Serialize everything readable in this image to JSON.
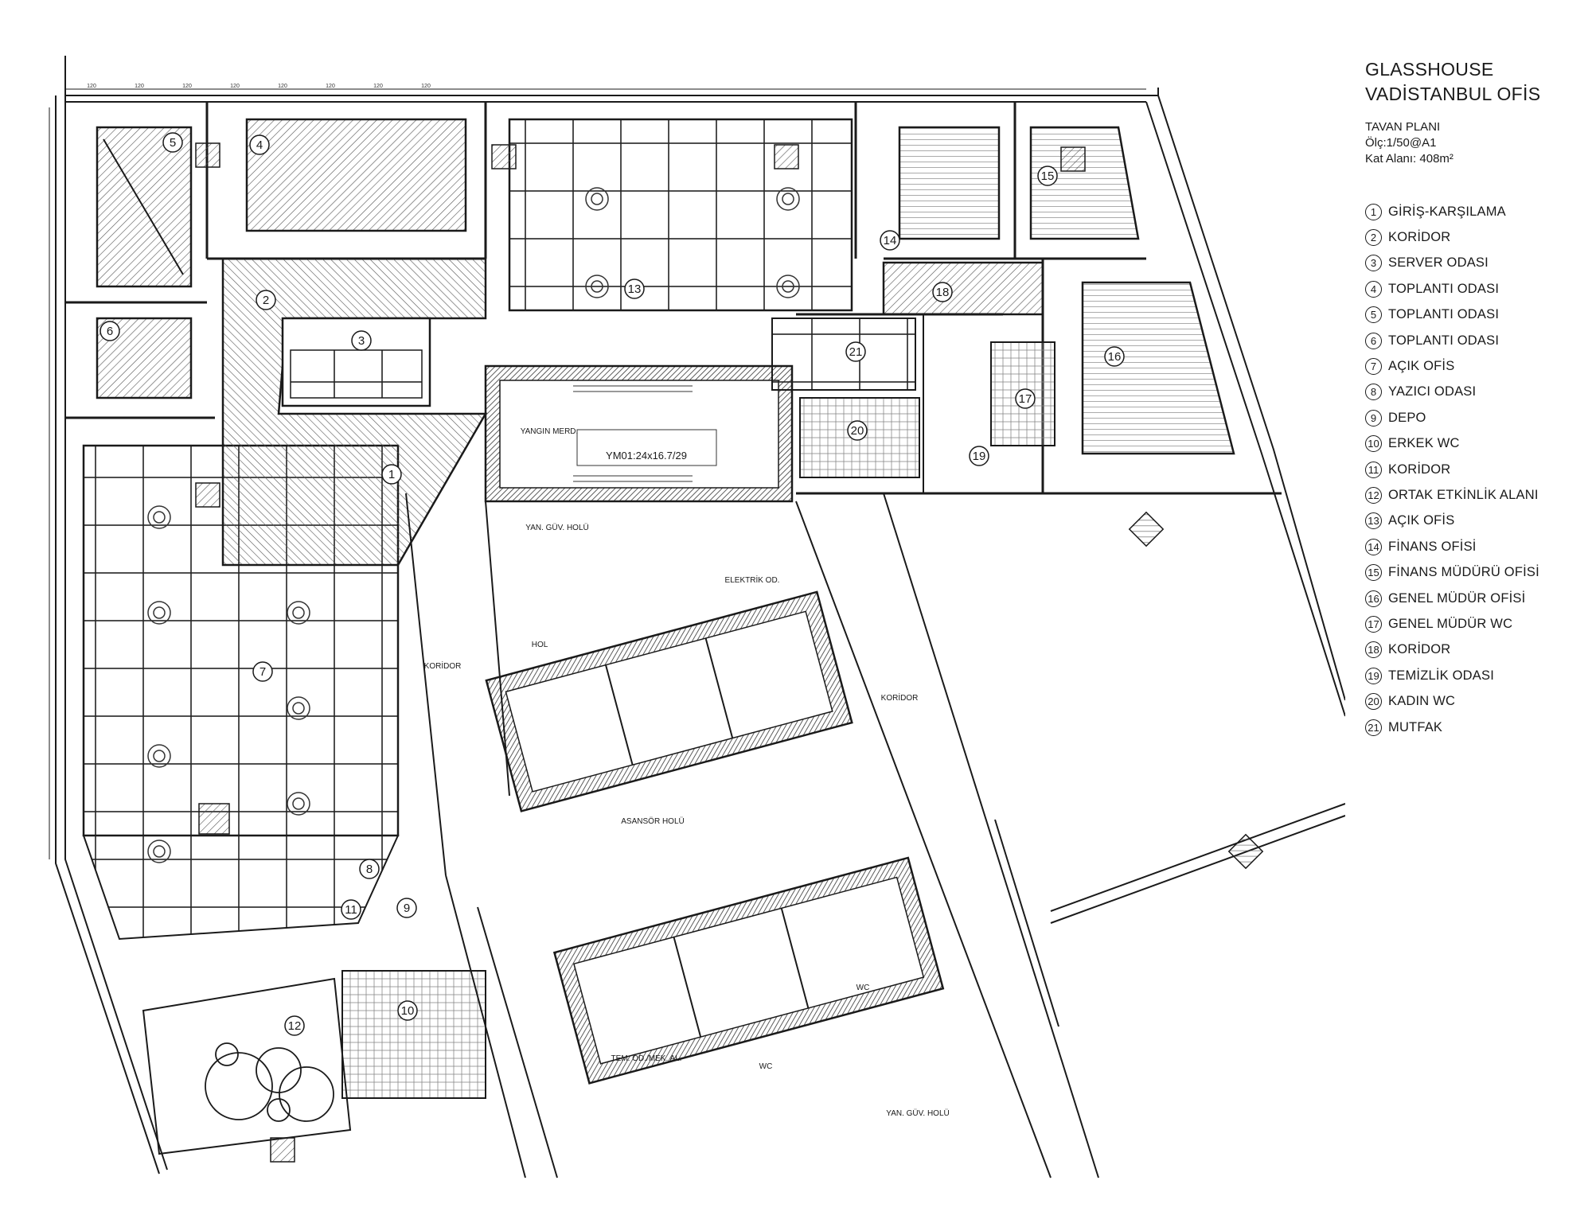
{
  "title": {
    "line1": "GLASSHOUSE",
    "line2": "VADİSTANBUL OFİS",
    "plan": "TAVAN PLANI",
    "scale": "Ölç:1/50@A1",
    "area": "Kat Alanı: 408m²"
  },
  "legend": [
    {
      "num": "1",
      "name": "GİRİŞ-KARŞILAMA"
    },
    {
      "num": "2",
      "name": "KORİDOR"
    },
    {
      "num": "3",
      "name": "SERVER ODASI"
    },
    {
      "num": "4",
      "name": "TOPLANTI ODASI"
    },
    {
      "num": "5",
      "name": "TOPLANTI ODASI"
    },
    {
      "num": "6",
      "name": "TOPLANTI ODASI"
    },
    {
      "num": "7",
      "name": "AÇIK OFİS"
    },
    {
      "num": "8",
      "name": "YAZICI ODASI"
    },
    {
      "num": "9",
      "name": "DEPO"
    },
    {
      "num": "10",
      "name": "ERKEK WC"
    },
    {
      "num": "11",
      "name": "KORİDOR"
    },
    {
      "num": "12",
      "name": "ORTAK ETKİNLİK ALANI"
    },
    {
      "num": "13",
      "name": "AÇIK OFİS"
    },
    {
      "num": "14",
      "name": "FİNANS OFİSİ"
    },
    {
      "num": "15",
      "name": "FİNANS MÜDÜRÜ OFİSİ"
    },
    {
      "num": "16",
      "name": "GENEL MÜDÜR OFİSİ"
    },
    {
      "num": "17",
      "name": "GENEL MÜDÜR WC"
    },
    {
      "num": "18",
      "name": "KORİDOR"
    },
    {
      "num": "19",
      "name": "TEMİZLİK ODASI"
    },
    {
      "num": "20",
      "name": "KADIN WC"
    },
    {
      "num": "21",
      "name": "MUTFAK"
    }
  ],
  "plan_labels": {
    "yangin": "YANGIN MERD.",
    "yan_guv_1": "YAN. GÜV. HOLÜ",
    "elektrik": "ELEKTRİK OD.",
    "hol": "HOL",
    "koridor_1": "KORİDOR",
    "koridor_2": "KORİDOR",
    "asansor": "ASANSÖR HOLÜ",
    "wc_1": "WC",
    "wc_2": "WC",
    "tem": "TEM. OD./MEK. AL.",
    "yan_guv_2": "YAN. GÜV. HOLÜ",
    "stair_tag": "YM01:24x16.7/29"
  },
  "dimension": "120",
  "colors": {
    "line": "#1a1a1a",
    "hatch": "#555555",
    "background": "#ffffff"
  }
}
